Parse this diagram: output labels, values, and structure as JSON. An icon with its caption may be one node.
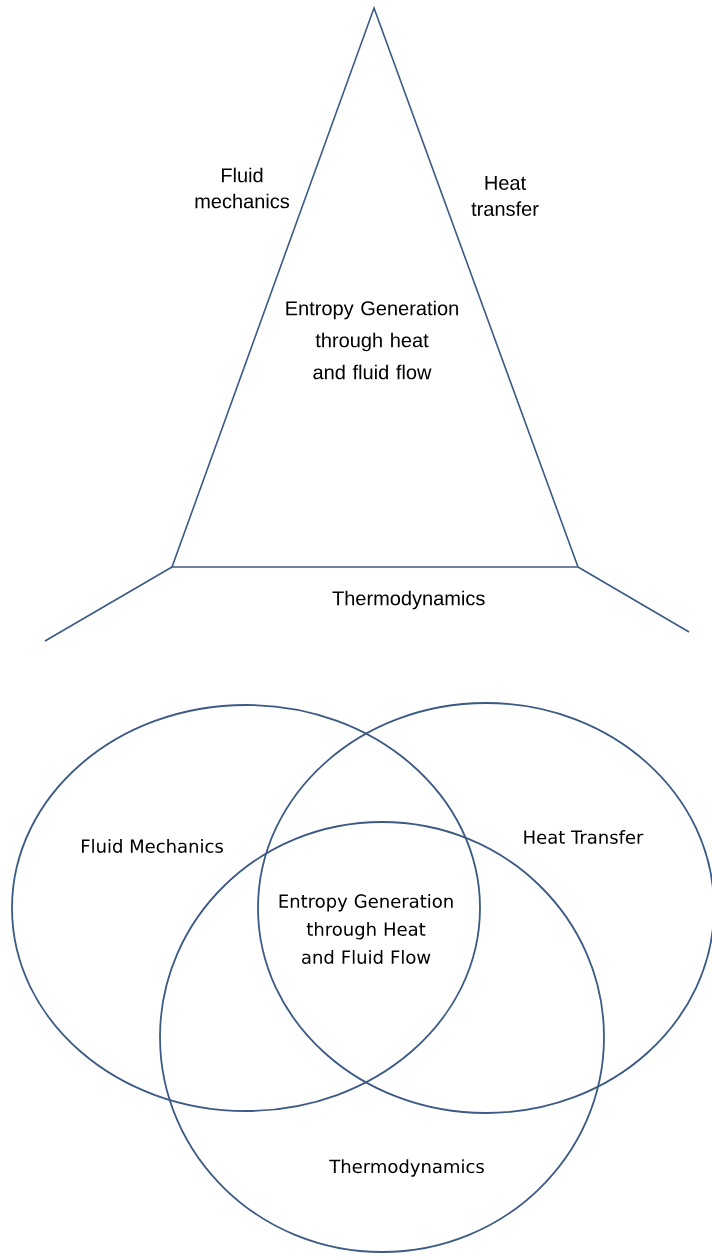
{
  "diagram": {
    "nodes": [
      {
        "text": [
          "Entropy Generation through heat and fluid flow"
        ],
        "beside": [
          "Fluid mechanics",
          "Heat transfer",
          "Thermodynamics"
        ]
      },
      {
        "text": [
          "Fluid Mechanics"
        ]
      },
      {
        "text": [
          "Heat Transfer"
        ]
      },
      {
        "text": [
          "Thermodynamics"
        ]
      }
    ],
    "labels": [
      "Entropy Generation through Heat and Fluid Flow"
    ]
  }
}
